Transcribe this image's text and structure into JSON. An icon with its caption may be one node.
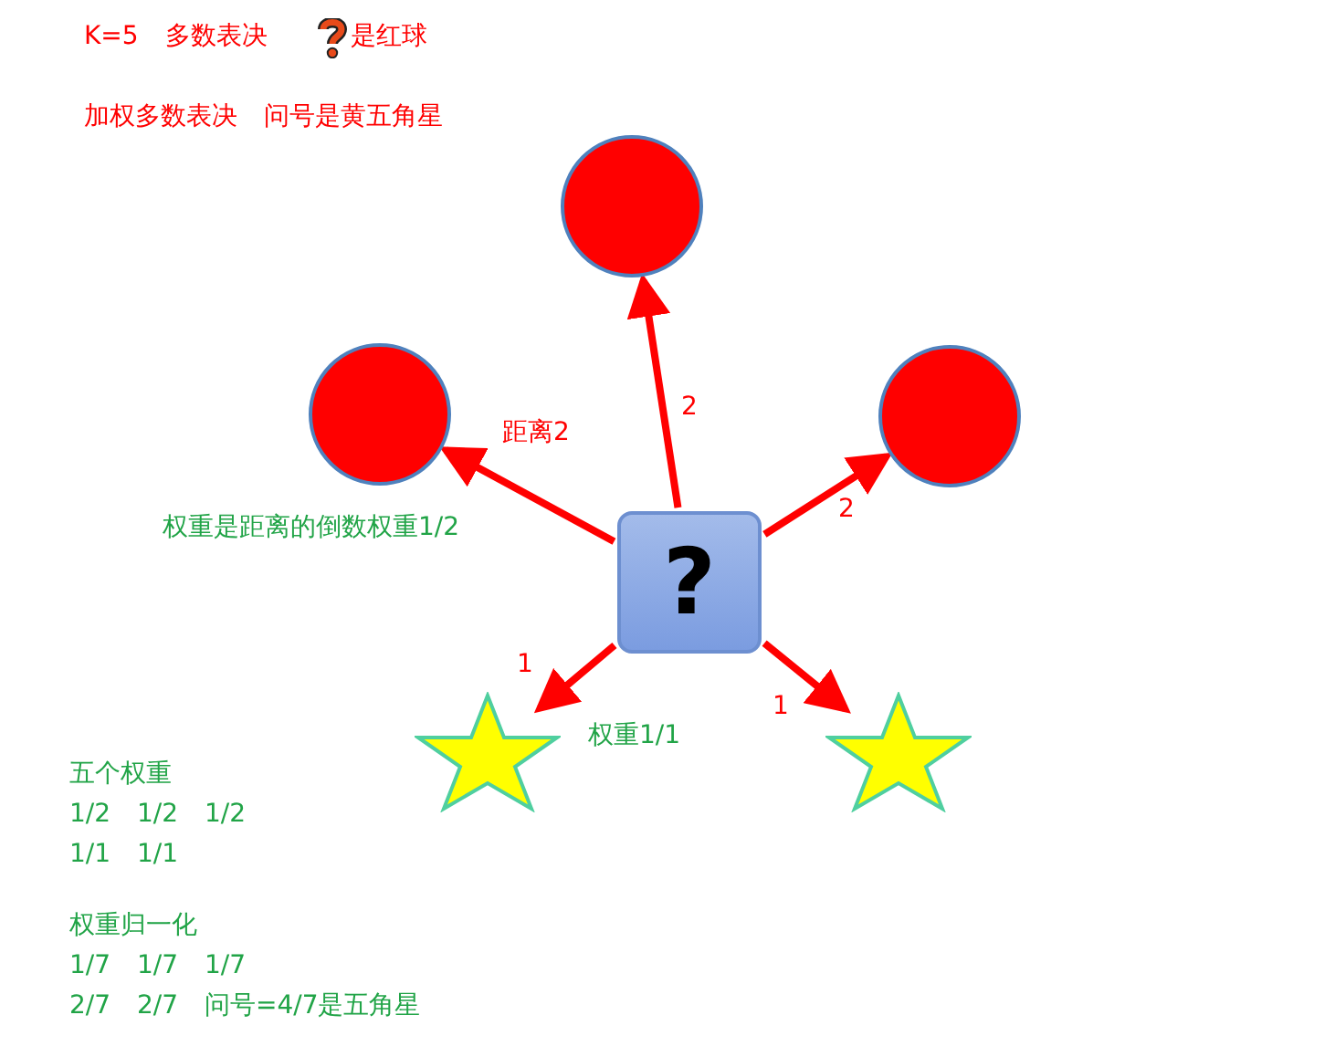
{
  "diagram": {
    "nodes": [
      {
        "text": [],
        "shape": "circle"
      },
      {
        "text": [],
        "shape": "circle"
      },
      {
        "text": [],
        "shape": "circle"
      },
      {
        "text": [
          "?"
        ]
      },
      {
        "text": [],
        "shape": "star"
      },
      {
        "text": [],
        "shape": "star"
      }
    ],
    "edges": [
      {
        "from": 3,
        "to": 0,
        "arrow": "to",
        "label": "2"
      },
      {
        "from": 3,
        "to": 1,
        "arrow": "to",
        "label": "距离2"
      },
      {
        "from": 3,
        "to": 2,
        "arrow": "to",
        "label": "2"
      },
      {
        "from": 3,
        "to": 4,
        "arrow": "to",
        "label": "1"
      },
      {
        "from": 3,
        "to": 5,
        "arrow": "to",
        "label": "1"
      }
    ],
    "labels": [
      "K=5 多数表决",
      "是红球",
      "加权多数表决 问号是黄五角星",
      "权重是距离的倒数权重1/2",
      "权重1/1",
      "五个权重",
      "1/2 1/2 1/2",
      "1/1 1/1",
      "权重归一化",
      "1/7 1/7 1/7",
      "2/7 2/7 问号=4/7是五角星"
    ]
  }
}
